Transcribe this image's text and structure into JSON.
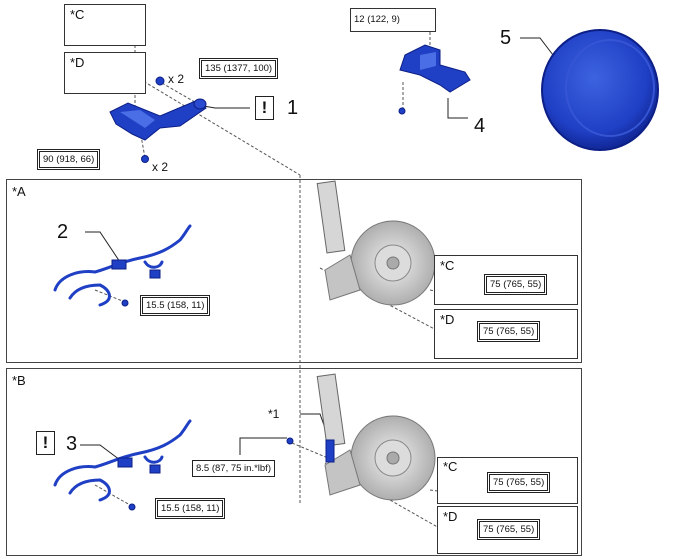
{
  "callouts": {
    "c1": "*C",
    "d1": "*D",
    "a": "*A",
    "b": "*B",
    "c2": "*C",
    "d2": "*D",
    "c3": "*C",
    "d3": "*D",
    "star1": "*1"
  },
  "torques": {
    "t_135": "135 (1377, 100)",
    "t_90": "90 (918, 66)",
    "t_12": "12 (122, 9)",
    "t_155_a": "15.5 (158, 11)",
    "t_75_ac": "75 (765, 55)",
    "t_75_ad": "75 (765, 55)",
    "t_85": "8.5 (87, 75 in.*lbf)",
    "t_155_b": "15.5 (158, 11)",
    "t_75_bc": "75 (765, 55)",
    "t_75_bd": "75 (765, 55)"
  },
  "multipliers": {
    "m1": "x 2",
    "m2": "x 2"
  },
  "part_numbers": {
    "p1": "1",
    "p2": "2",
    "p3": "3",
    "p4": "4",
    "p5": "5"
  },
  "warning_symbol": "!",
  "colors": {
    "part_blue": "#1f3fc4",
    "part_dark": "#0c1f86",
    "brake_gray": "#bdbdbd"
  },
  "icons": [
    "bolt-icon",
    "nut-icon",
    "warning-icon"
  ]
}
